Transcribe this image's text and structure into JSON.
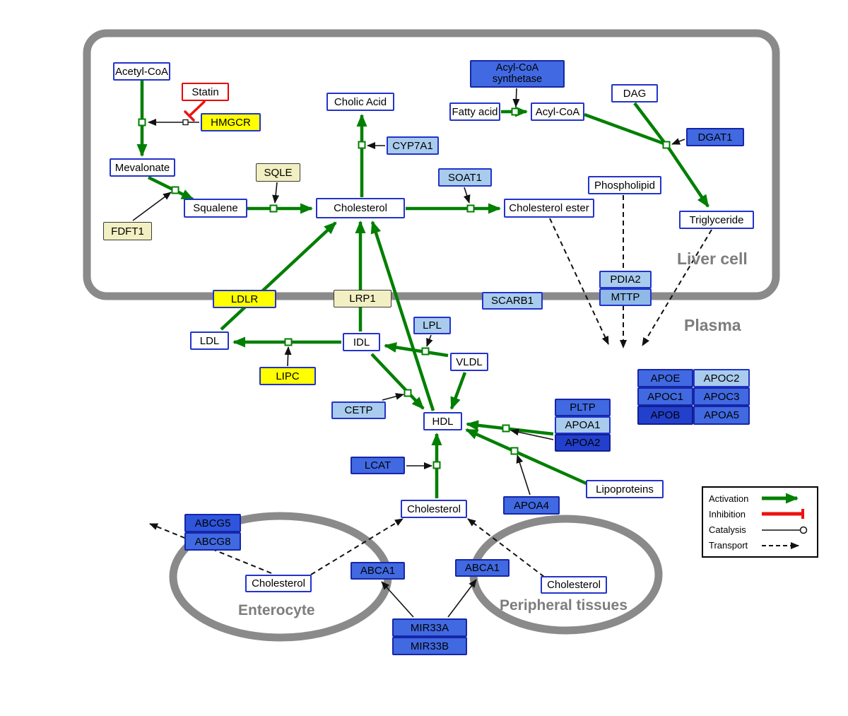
{
  "regions": {
    "liver": "Liver cell",
    "plasma": "Plasma",
    "enterocyte": "Enterocyte",
    "peripheral": "Peripheral tissues"
  },
  "nodes": {
    "acetyl_coa": "Acetyl-CoA",
    "statin": "Statin",
    "hmgcr": "HMGCR",
    "mevalonate": "Mevalonate",
    "sqle": "SQLE",
    "fdft1": "FDFT1",
    "squalene": "Squalene",
    "cholesterol_liver": "Cholesterol",
    "cholic_acid": "Cholic Acid",
    "cyp7a1": "CYP7A1",
    "soat1": "SOAT1",
    "cholesterol_ester": "Cholesterol ester",
    "acyl_coa_synthetase": "Acyl-CoA synthetase",
    "fatty_acid": "Fatty acid",
    "acyl_coa": "Acyl-CoA",
    "dag": "DAG",
    "dgat1": "DGAT1",
    "phospholipid": "Phospholipid",
    "triglyceride": "Triglyceride",
    "pdia2": "PDIA2",
    "mttp": "MTTP",
    "ldlr": "LDLR",
    "lrp1": "LRP1",
    "scarb1": "SCARB1",
    "ldl": "LDL",
    "idl": "IDL",
    "lpl": "LPL",
    "vldl": "VLDL",
    "lipc": "LIPC",
    "cetp": "CETP",
    "hdl": "HDL",
    "lcat": "LCAT",
    "pltp": "PLTP",
    "apoa1": "APOA1",
    "apoa2": "APOA2",
    "apoa4": "APOA4",
    "lipoproteins": "Lipoproteins",
    "cholesterol_plasma": "Cholesterol",
    "apoe": "APOE",
    "apoc2": "APOC2",
    "apoc1": "APOC1",
    "apoc3": "APOC3",
    "apob": "APOB",
    "apoa5": "APOA5",
    "abcg5": "ABCG5",
    "abcg8": "ABCG8",
    "cholesterol_enterocyte": "Cholesterol",
    "abca1_enterocyte": "ABCA1",
    "abca1_peripheral": "ABCA1",
    "cholesterol_peripheral": "Cholesterol",
    "mir33a": "MIR33A",
    "mir33b": "MIR33B"
  },
  "legend": {
    "activation": "Activation",
    "inhibition": "Inhibition",
    "catalysis": "Catalysis",
    "transport": "Transport"
  },
  "colors": {
    "activation_green": "#007F00",
    "inhibition_red": "#EE1111",
    "membrane_gray": "#8A8A8A",
    "node_border_blue": "#2233CC",
    "gene_yellow": "#FFFF00",
    "gene_pale_yellow": "#F2EFC2",
    "gene_light_blue": "#A9CCEE",
    "gene_blue": "#4169E1",
    "gene_dark_blue": "#2340CC"
  }
}
